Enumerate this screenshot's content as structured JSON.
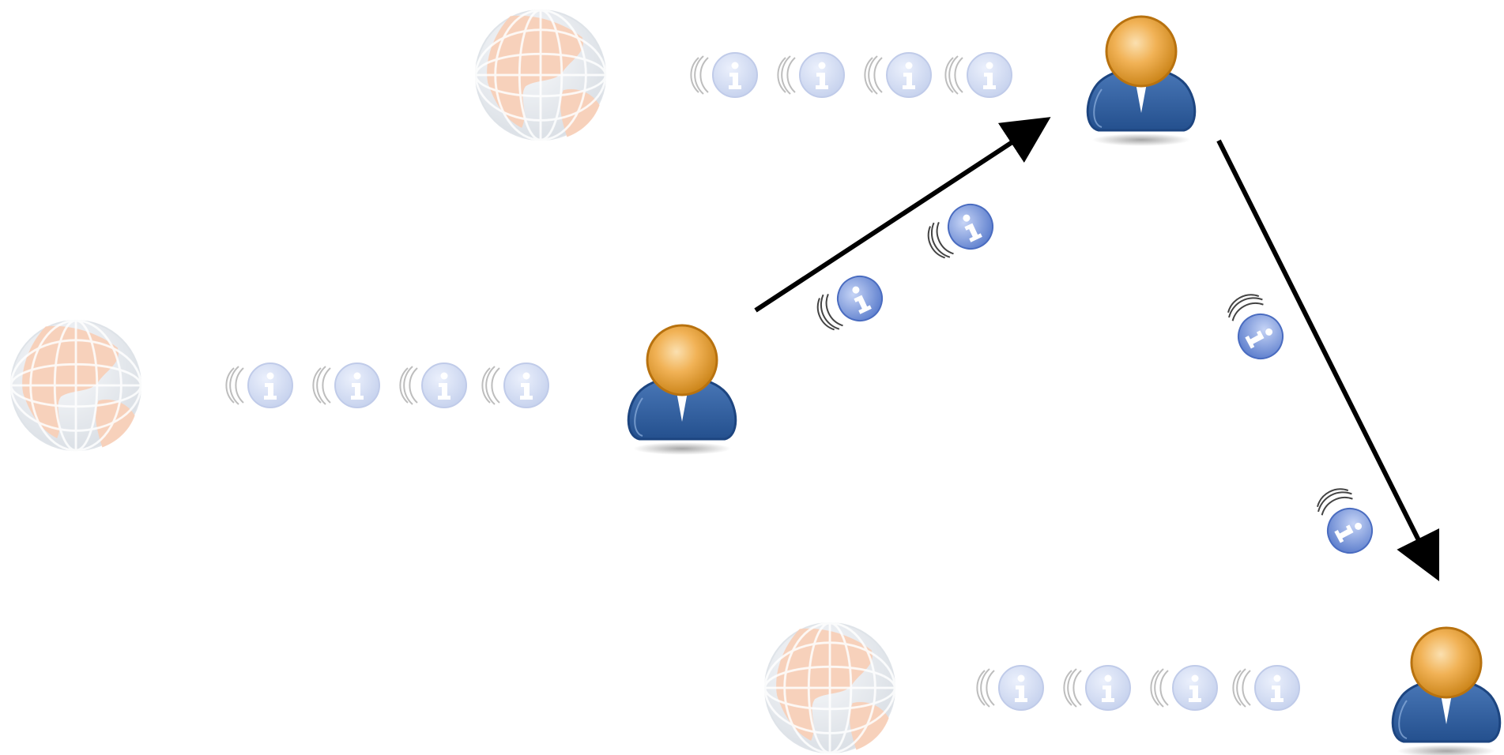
{
  "colors": {
    "arrow": "#000000",
    "person_head": "#e9a33a",
    "person_body": "#3a6aa8",
    "info_icon": "#6f8fd8",
    "globe_land": "#f0a880",
    "globe_sea": "#cdd6e0"
  },
  "nodes": {
    "globes": [
      {
        "icon": "globe-icon",
        "faded": true
      },
      {
        "icon": "globe-icon",
        "faded": true
      },
      {
        "icon": "globe-icon",
        "faded": true
      }
    ],
    "persons": [
      {
        "icon": "person-icon"
      },
      {
        "icon": "person-icon"
      },
      {
        "icon": "person-icon"
      }
    ]
  },
  "info_glyph": "i",
  "edges": [
    {
      "from": "person-center",
      "to": "person-top",
      "style": "arrow"
    },
    {
      "from": "person-top",
      "to": "person-bottom-right",
      "style": "arrow"
    }
  ]
}
